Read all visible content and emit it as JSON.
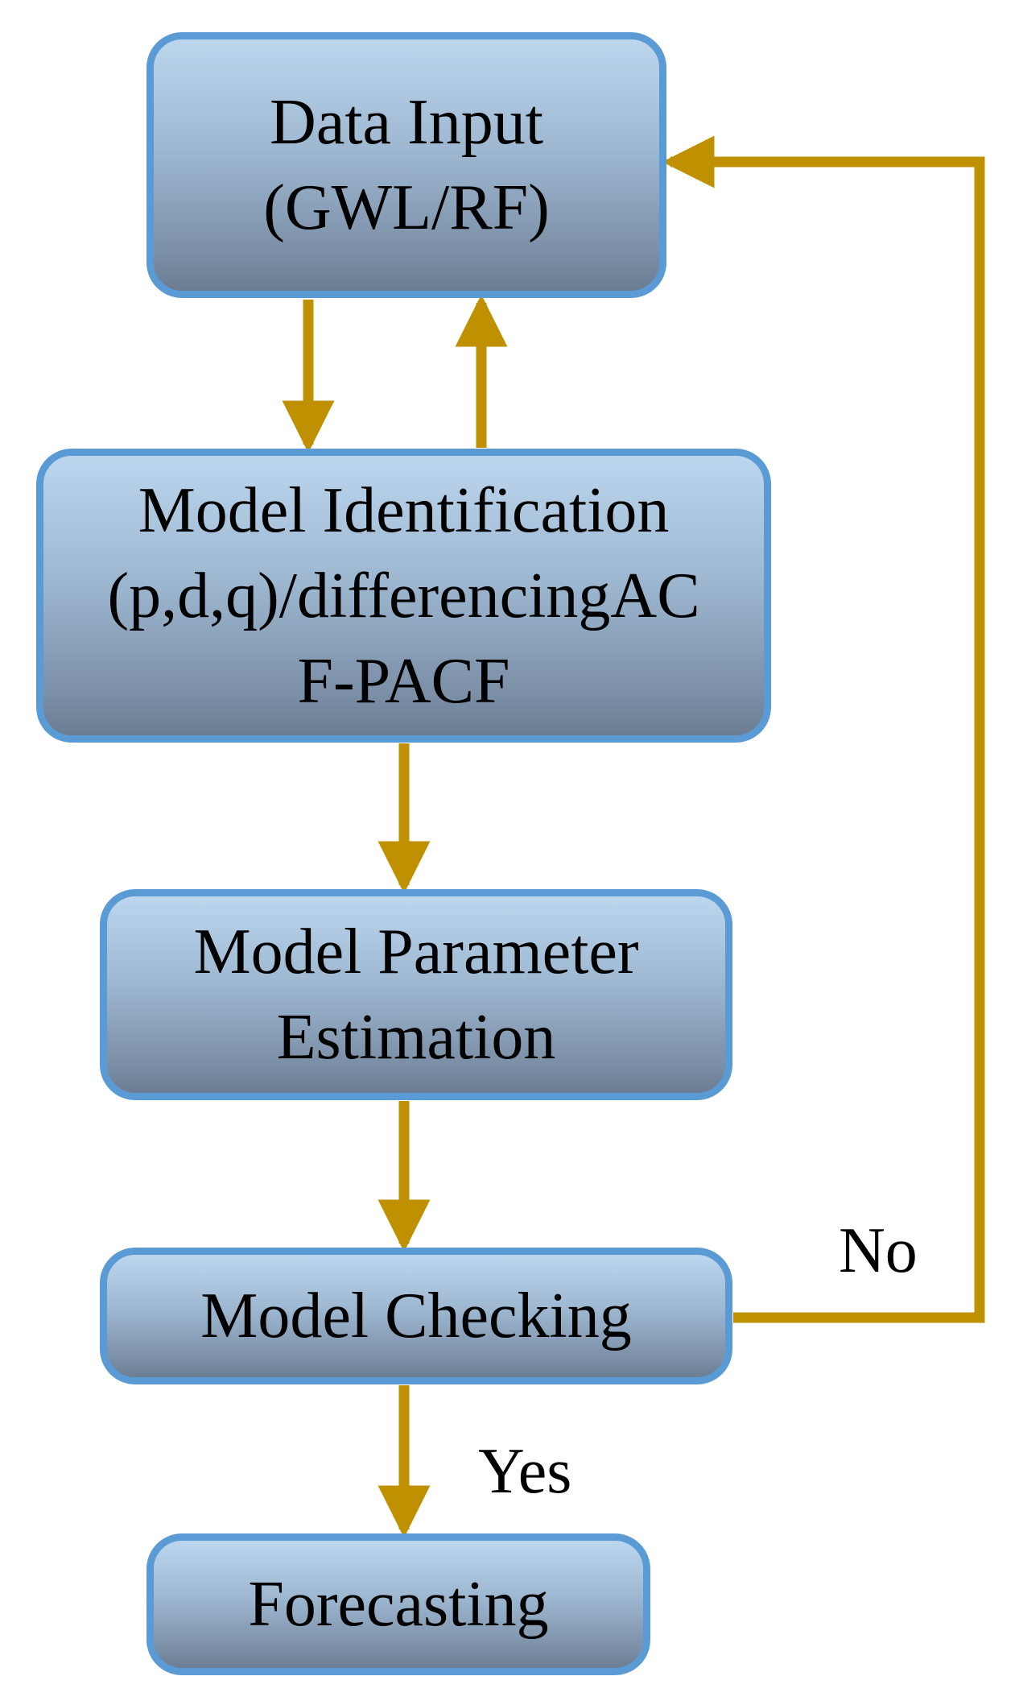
{
  "colors": {
    "node_border": "#5b9bd5",
    "node_fill_top": "#bcd6ee",
    "node_fill_bottom": "#6b7d93",
    "arrow": "#bf9000",
    "text": "#000000",
    "background": "#ffffff"
  },
  "nodes": {
    "data_input": {
      "lines": [
        "Data Input",
        "(GWL/RF)"
      ]
    },
    "model_identification": {
      "lines": [
        "Model Identification",
        "(p,d,q)/differencingAC",
        "F-PACF"
      ]
    },
    "parameter_estimation": {
      "lines": [
        "Model Parameter",
        "Estimation"
      ]
    },
    "model_checking": {
      "lines": [
        "Model Checking"
      ]
    },
    "forecasting": {
      "lines": [
        "Forecasting"
      ]
    }
  },
  "edge_labels": {
    "no": "No",
    "yes": "Yes"
  }
}
